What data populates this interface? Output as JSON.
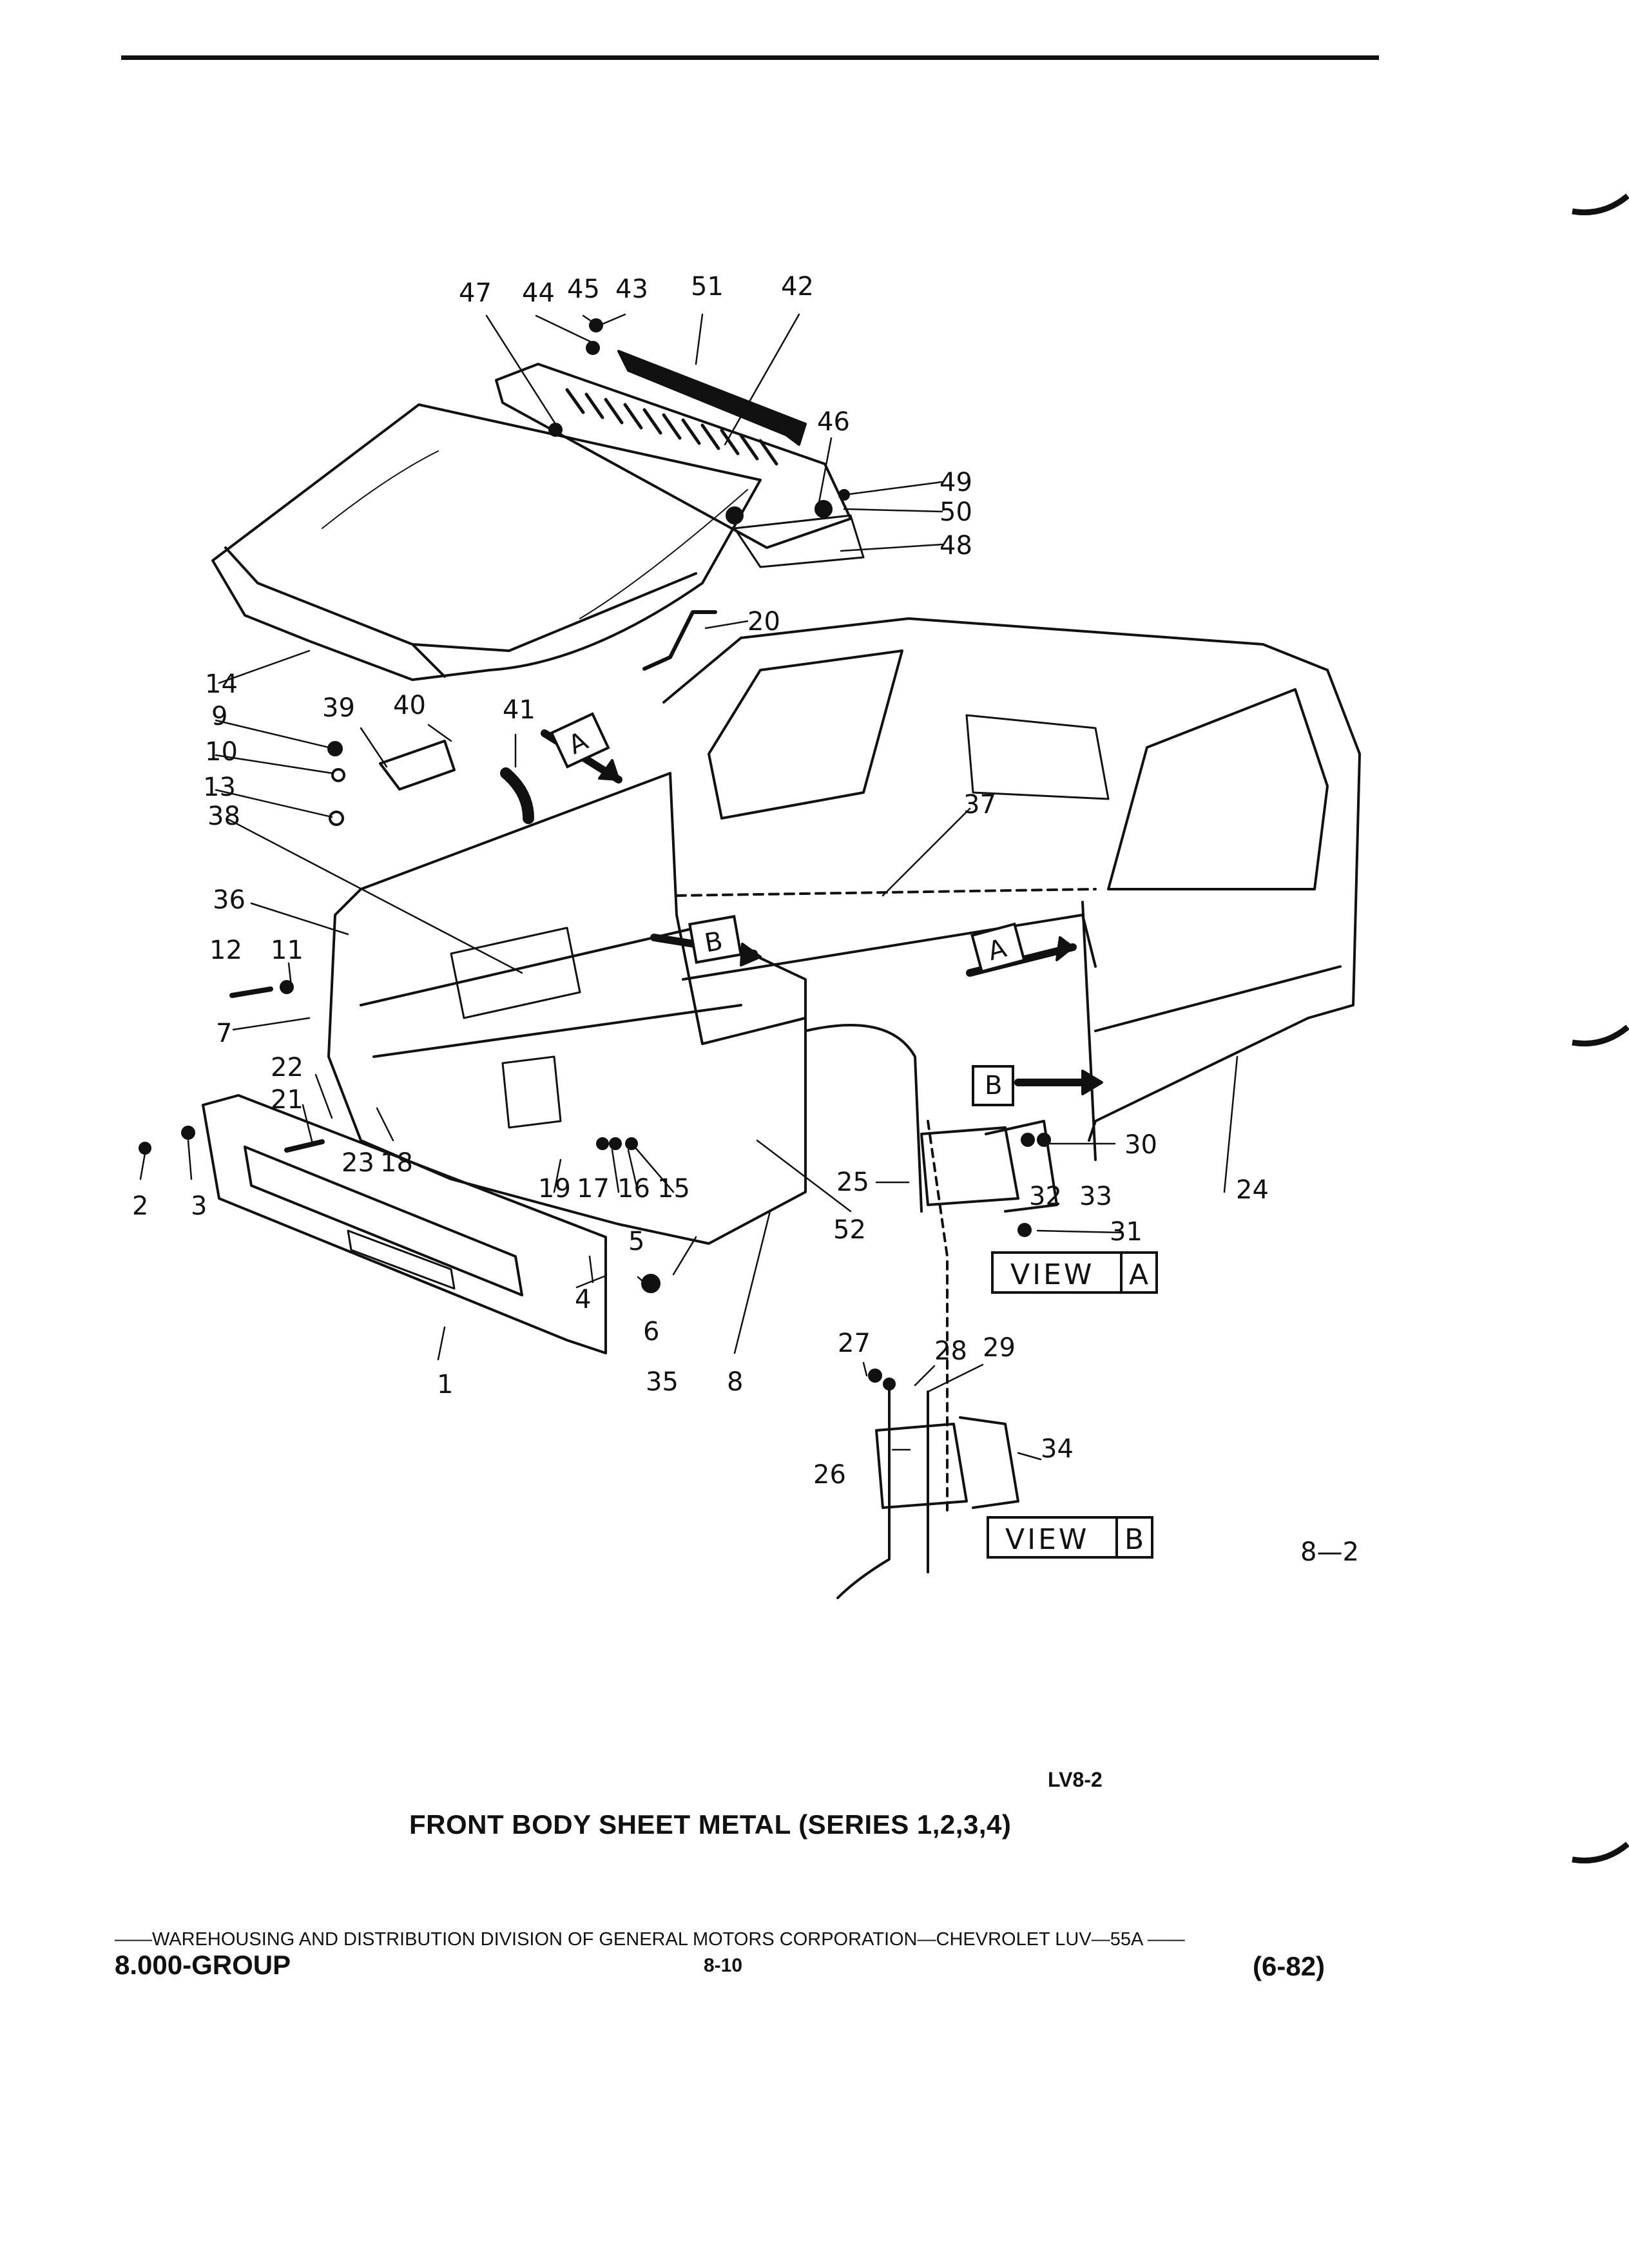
{
  "callouts": {
    "c1": "1",
    "c2": "2",
    "c3": "3",
    "c4": "4",
    "c5": "5",
    "c6": "6",
    "c7": "7",
    "c8": "8",
    "c9": "9",
    "c10": "10",
    "c11": "11",
    "c12": "12",
    "c13": "13",
    "c14": "14",
    "c15": "15",
    "c16": "16",
    "c17": "17",
    "c18": "18",
    "c19": "19",
    "c20": "20",
    "c21": "21",
    "c22": "22",
    "c23": "23",
    "c24": "24",
    "c25": "25",
    "c26": "26",
    "c27": "27",
    "c28": "28",
    "c29": "29",
    "c30": "30",
    "c31": "31",
    "c32": "32",
    "c33": "33",
    "c34": "34",
    "c35": "35",
    "c36": "36",
    "c37": "37",
    "c38": "38",
    "c39": "39",
    "c40": "40",
    "c41": "41",
    "c42": "42",
    "c43": "43",
    "c44": "44",
    "c45": "45",
    "c46": "46",
    "c47": "47",
    "c48": "48",
    "c49": "49",
    "c50": "50",
    "c51": "51",
    "c52": "52"
  },
  "view_markers": {
    "a": "A",
    "b": "B"
  },
  "views": {
    "view_a_word": "VIEW",
    "view_a_letter": "A",
    "view_b_word": "VIEW",
    "view_b_letter": "B"
  },
  "figure_number": "8—2",
  "illustration_code": "LV8-2",
  "caption": "FRONT BODY SHEET METAL (SERIES 1,2,3,4)",
  "footer": {
    "line": "——WAREHOUSING AND DISTRIBUTION  DIVISION OF GENERAL MOTORS CORPORATION—CHEVROLET LUV—55A   ——",
    "group": "8.000-GROUP",
    "page": "8-10",
    "date": "(6-82)"
  }
}
